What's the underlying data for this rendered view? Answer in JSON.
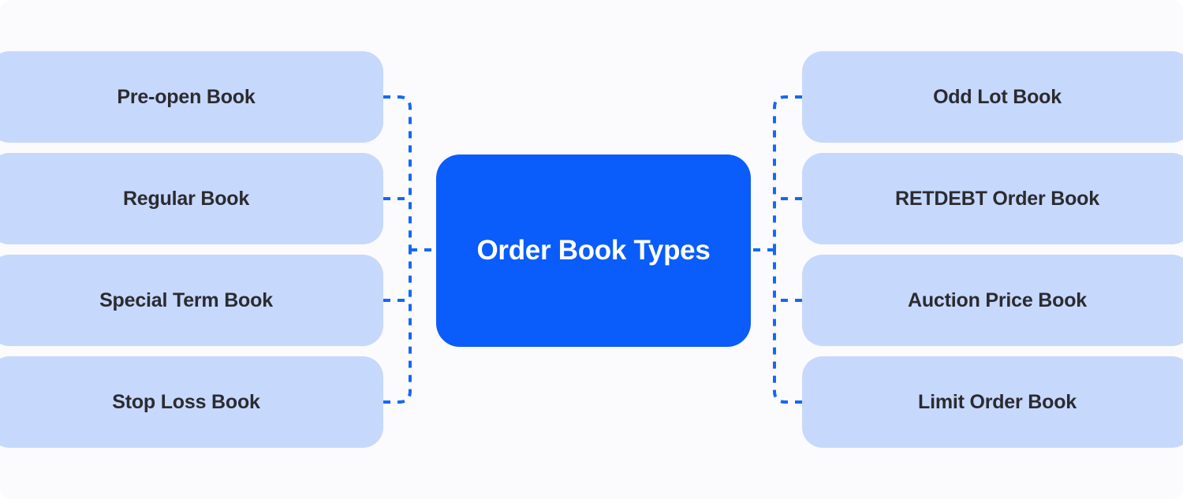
{
  "diagram": {
    "title": "Order Book Types",
    "type": "mind-map",
    "colors": {
      "background": "#FBFBFD",
      "center_fill": "#0A5CFB",
      "center_text": "#FFFFFF",
      "leaf_fill": "#C7D8FD",
      "leaf_text": "#2B2B30",
      "connector": "#1668F2"
    },
    "center": {
      "label": "Order Book Types"
    },
    "left_branches": [
      {
        "label": "Pre-open Book"
      },
      {
        "label": "Regular Book"
      },
      {
        "label": "Special Term Book"
      },
      {
        "label": "Stop Loss Book"
      }
    ],
    "right_branches": [
      {
        "label": "Odd Lot Book"
      },
      {
        "label": "RETDEBT Order Book"
      },
      {
        "label": "Auction Price Book"
      },
      {
        "label": "Limit Order Book"
      }
    ]
  }
}
